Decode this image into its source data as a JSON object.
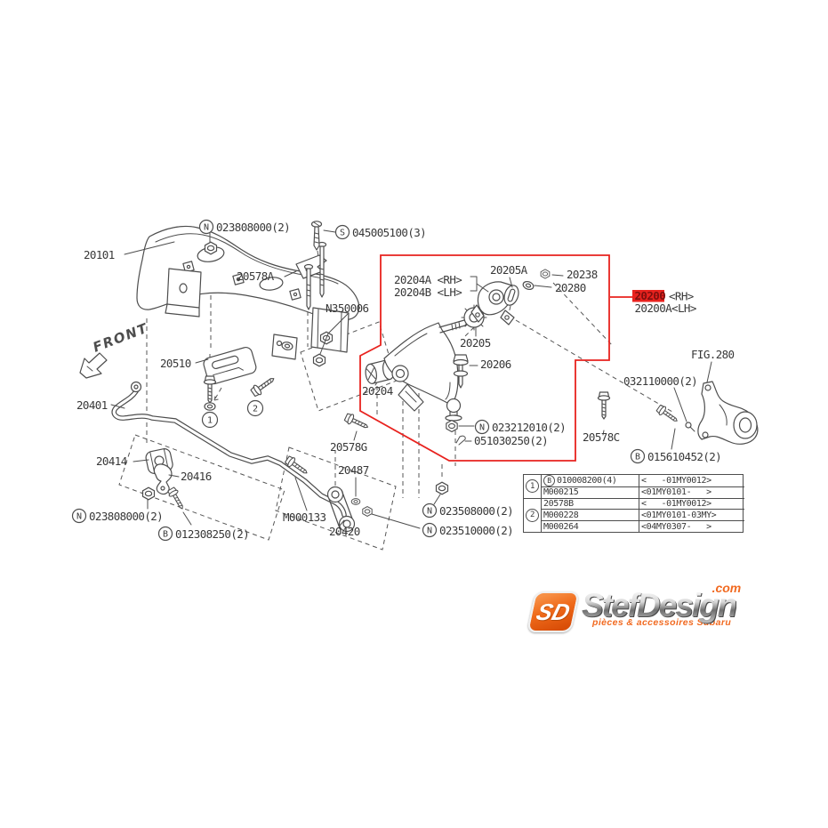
{
  "colors": {
    "line": "#4d4d4d",
    "label": "#383838",
    "highlight_red": "#e8221e",
    "logo_orange": "#f16a21"
  },
  "front_arrow": {
    "text": "FRONT"
  },
  "glyphs": {
    "N": "N",
    "B": "B",
    "S": "S"
  },
  "callouts": {
    "one": "1",
    "two": "2"
  },
  "labels": {
    "l20101": "20101",
    "n_top": "023808000(2)",
    "s_top": "045005100(3)",
    "l20578A": "20578A",
    "lN350006": "N350006",
    "l20510": "20510",
    "l20401": "20401",
    "l20414": "20414",
    "l20416": "20416",
    "n_bl": "023808000(2)",
    "b_bl": "012308250(2)",
    "lM000133": "M000133",
    "l20578G": "20578G",
    "l20487": "20487",
    "l20420": "20420",
    "n_c1": "023508000(2)",
    "n_c2": "023510000(2)",
    "l20204A": "20204A <RH>",
    "l20204B": "20204B <LH>",
    "l20205A": "20205A",
    "l20238": "20238",
    "l20280": "20280",
    "l20205": "20205",
    "l20206": "20206",
    "l20204": "20204",
    "n_arm": "023212010(2)",
    "pin_arm": "051030250(2)",
    "fig280": "FIG.280",
    "l032110000": "032110000(2)",
    "l20578C": "20578C",
    "b_kn": "015610452(2)"
  },
  "highlight": {
    "part": "20200",
    "suffix": "<RH>",
    "alt": "20200A<LH>"
  },
  "table": {
    "groups": [
      {
        "num": "1",
        "rows": [
          {
            "prefix": "B",
            "part": "010008200(4)",
            "range": "<   -01MY0012>"
          },
          {
            "part": "M000215",
            "range": "<01MY0101-   >"
          }
        ]
      },
      {
        "num": "2",
        "rows": [
          {
            "part": "20578B",
            "range": "<   -01MY0012>"
          },
          {
            "part": "M000228",
            "range": "<01MY0101-03MY>"
          },
          {
            "part": "M000264",
            "range": "<04MY0307-   >"
          }
        ]
      }
    ]
  },
  "logo": {
    "monogram": "SD",
    "name": "StefDesign",
    "tld": ".com",
    "tagline": "pièces & accessoires Subaru"
  }
}
